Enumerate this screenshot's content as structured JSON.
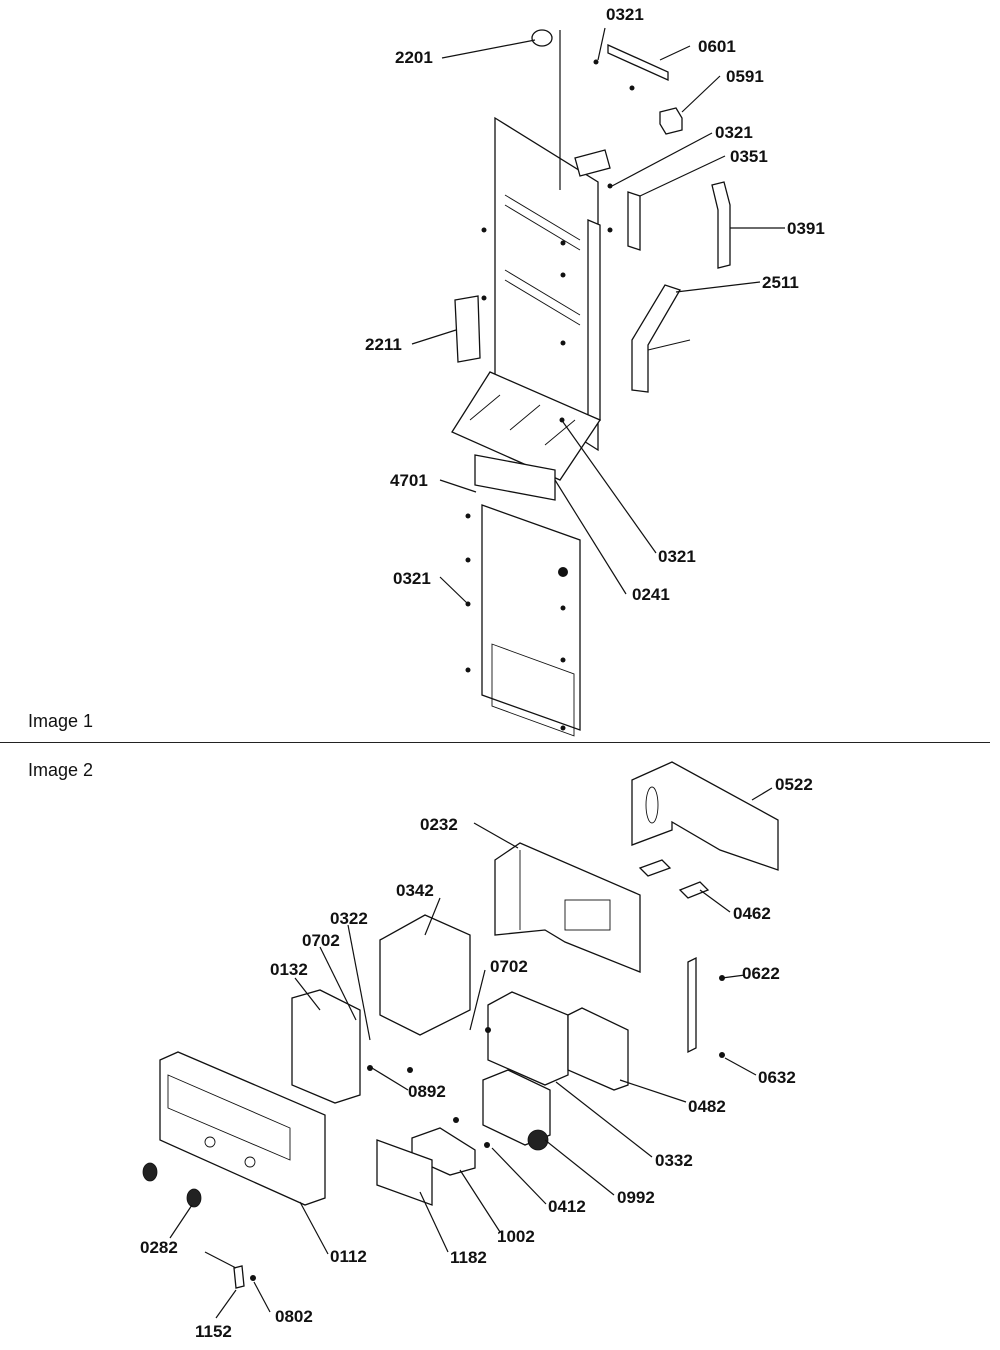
{
  "captions": {
    "image1": "Image 1",
    "image2": "Image 2"
  },
  "image1": {
    "callouts": [
      "2201",
      "0321",
      "0601",
      "0591",
      "0321",
      "0351",
      "0391",
      "2511",
      "2211",
      "4701",
      "0321",
      "0241",
      "0321"
    ]
  },
  "image2": {
    "callouts": [
      "0522",
      "0232",
      "0462",
      "0342",
      "0322",
      "0702",
      "0132",
      "0702",
      "0622",
      "0892",
      "0632",
      "0482",
      "0332",
      "0992",
      "0412",
      "1002",
      "1182",
      "0282",
      "0112",
      "1152",
      "0802"
    ]
  }
}
